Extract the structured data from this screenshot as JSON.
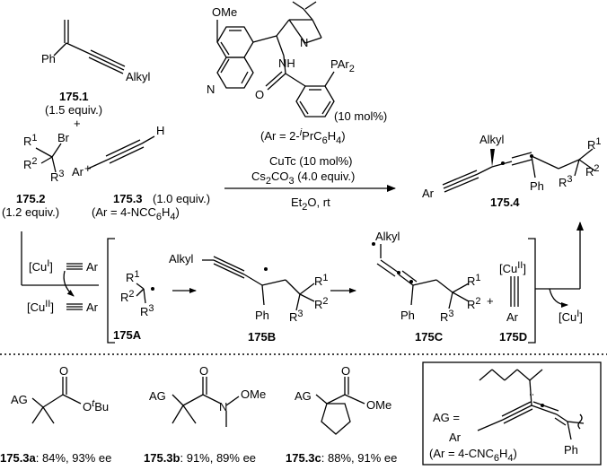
{
  "top": {
    "alkyne_substituent_ph": "Ph",
    "alkyne_substituent_alkyl": "Alkyl",
    "compound_175_1": "175.1",
    "equiv_175_1": "(1.5 equiv.)",
    "plus_1": "+",
    "ligand_ome": "OMe",
    "ligand_n1": "N",
    "ligand_n2": "N",
    "ligand_nh": "NH",
    "ligand_o": "O",
    "ligand_par2": "PAr",
    "ligand_par2_sub": "2",
    "ligand_loading": "(10 mol%)",
    "ligand_ar_def_pre": "(Ar = 2-",
    "ligand_ar_def_i": "i",
    "ligand_ar_def_post": "PrC",
    "ligand_ar_def_sub6": "6",
    "ligand_ar_def_h": "H",
    "ligand_ar_def_sub4": "4",
    "ligand_ar_def_close": ")"
  },
  "reactants": {
    "r1": "R",
    "r1_sup": "1",
    "br": "Br",
    "r2": "R",
    "r2_sup": "2",
    "r3": "R",
    "r3_sup": "3",
    "compound_175_2": "175.2",
    "equiv_175_2": "(1.2 equiv.)",
    "plus_2": "+",
    "ar": "Ar",
    "h": "H",
    "compound_175_3": "175.3",
    "equiv_175_3": "(1.0 equiv.)",
    "ar_def": "(Ar = 4-NCC",
    "ar_def_sub6": "6",
    "ar_def_h": "H",
    "ar_def_sub4": "4",
    "ar_def_close": ")"
  },
  "conditions": {
    "cutc": "CuTc (10 mol%)",
    "base_cs": "Cs",
    "base_sub2": "2",
    "base_co": "CO",
    "base_sub3": "3",
    "base_equiv": " (4.0 equiv.)",
    "solvent_et": "Et",
    "solvent_sub2": "2",
    "solvent_rest": "O, rt"
  },
  "product": {
    "alkyl": "Alkyl",
    "ar": "Ar",
    "ph": "Ph",
    "r1": "R",
    "r1_sup": "1",
    "r2": "R",
    "r2_sup": "2",
    "r3": "R",
    "r3_sup": "3",
    "compound_175_4": "175.4"
  },
  "mechanism": {
    "cu1_alkyne": "[Cu",
    "cu1_sup": "I",
    "cu1_close": "]",
    "cu1_ar": "Ar",
    "cu2_alkyne": "[Cu",
    "cu2_sup": "II",
    "cu2_close": "]",
    "cu2_ar": "Ar",
    "radicalA_r1": "R",
    "radicalA_r1_sup": "1",
    "radicalA_r2": "R",
    "radicalA_r2_sup": "2",
    "radicalA_r3": "R",
    "radicalA_r3_sup": "3",
    "label_175A": "175A",
    "b_alkyl": "Alkyl",
    "b_ph": "Ph",
    "b_r1": "R",
    "b_r1_sup": "1",
    "b_r2": "R",
    "b_r2_sup": "2",
    "b_r3": "R",
    "b_r3_sup": "3",
    "label_175B": "175B",
    "c_alkyl": "Alkyl",
    "c_ph": "Ph",
    "c_r1": "R",
    "c_r1_sup": "1",
    "c_r2": "R",
    "c_r2_sup": "2",
    "c_r3": "R",
    "c_r3_sup": "3",
    "label_175C": "175C",
    "plus": "+",
    "d_cu": "[Cu",
    "d_cu_sup": "II",
    "d_cu_close": "]",
    "d_ar": "Ar",
    "label_175D": "175D",
    "cu1_out": "[Cu",
    "cu1_out_sup": "I",
    "cu1_out_close": "]"
  },
  "scope": {
    "a_ag": "AG",
    "a_o": "O",
    "a_ot": "O",
    "a_tbu_t": "t",
    "a_tbu": "Bu",
    "a_label": "175.3a",
    "a_result": ": 84%, 93% ee",
    "b_ag": "AG",
    "b_o": "O",
    "b_ome": "OMe",
    "b_n": "N",
    "b_label": "175.3b",
    "b_result": ": 91%, 89% ee",
    "c_ag": "AG",
    "c_o": "O",
    "c_ome": "OMe",
    "c_label": "175.3c",
    "c_result": ": 88%, 91% ee",
    "box_ag": "AG =",
    "box_ar": "Ar",
    "box_ph": "Ph",
    "box_ar_def": "(Ar = 4-CNC",
    "box_ar_def_sub6": "6",
    "box_ar_def_h": "H",
    "box_ar_def_sub4": "4",
    "box_ar_def_close": ")"
  }
}
